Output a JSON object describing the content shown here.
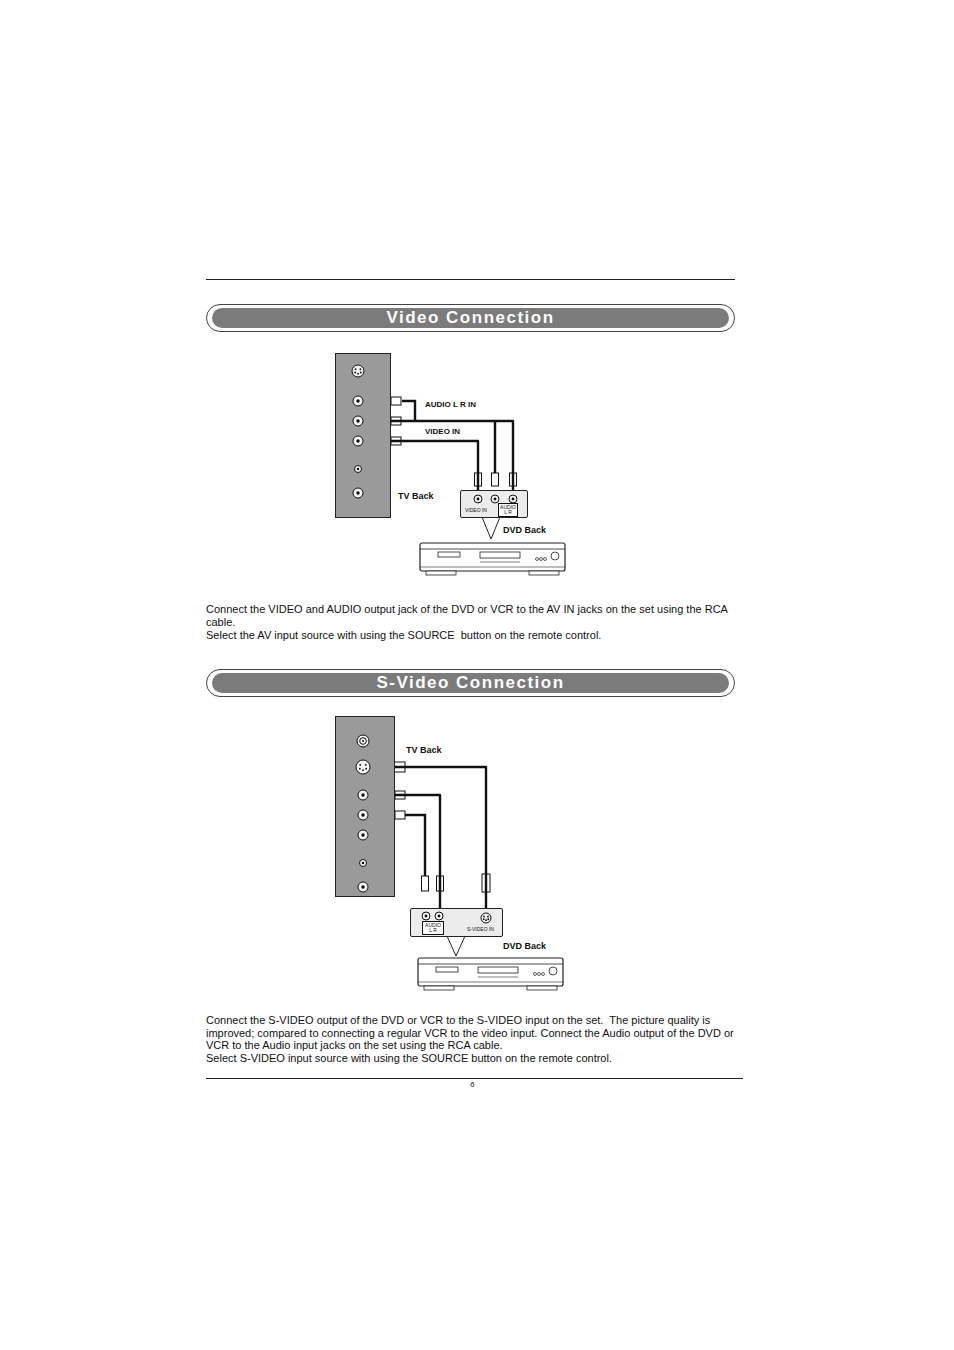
{
  "diagram": {
    "nodes": [
      {
        "text": [
          "Video Connection"
        ]
      },
      {
        "text": [
          "TV Back"
        ]
      },
      {
        "text": [
          "VIDEO IN",
          "AUDIO L R",
          "DVD Back"
        ]
      },
      {
        "text": [
          "S-Video Connection"
        ]
      },
      {
        "text": [
          "TV Back"
        ]
      },
      {
        "text": [
          "AUDIO L R",
          "S-VIDEO IN",
          "DVD Back"
        ]
      }
    ],
    "edges": [
      {
        "from": 1,
        "to": 2,
        "arrow": "none",
        "label": "AUDIO L R IN"
      },
      {
        "from": 1,
        "to": 2,
        "arrow": "none",
        "label": "VIDEO IN"
      },
      {
        "from": 4,
        "to": 5,
        "arrow": "none"
      },
      {
        "from": 4,
        "to": 5,
        "arrow": "none"
      }
    ],
    "labels": [
      "Connect the VIDEO and AUDIO output jack of the DVD or VCR to the AV IN jacks on the set using the RCA cable.",
      "Select the AV input source with using the SOURCE  button on the remote control.",
      "Connect the S-VIDEO output of the DVD or VCR to the S-VIDEO input on the set.  The picture quality is improved; compared to connecting a regular VCR to the video input. Connect the Audio output of the DVD or VCR to the Audio input jacks on the set using the RCA cable.",
      "Select S-VIDEO input source with using the SOURCE button on the remote control.",
      "6"
    ]
  }
}
